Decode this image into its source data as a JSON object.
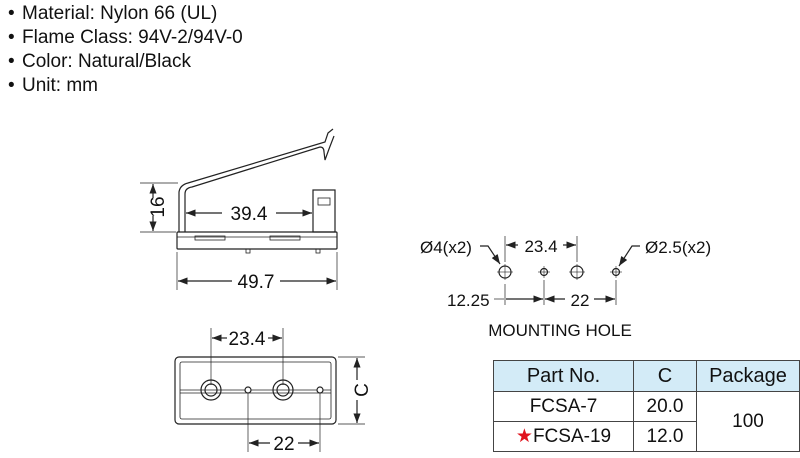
{
  "specs": [
    {
      "bullet": "•",
      "text": "Material: Nylon 66 (UL)"
    },
    {
      "bullet": "•",
      "text": "Flame Class: 94V-2/94V-0"
    },
    {
      "bullet": "•",
      "text": "Color: Natural/Black"
    },
    {
      "bullet": "•",
      "text": "Unit: mm"
    }
  ],
  "side_view": {
    "height": "16",
    "inner_length": "39.4",
    "length": "49.7"
  },
  "bottom_view": {
    "hole_pitch": "23.4",
    "small_hole_pitch": "22",
    "height_label": "C"
  },
  "mounting": {
    "big_hole": "Ø4(x2)",
    "small_hole": "Ø2.5(x2)",
    "pitch_big": "23.4",
    "offset": "12.25",
    "pitch_small": "22",
    "title": "MOUNTING HOLE"
  },
  "table": {
    "headers": [
      "Part No.",
      "C",
      "Package"
    ],
    "rows": [
      {
        "part": "FCSA-7",
        "c": "20.0",
        "star": ""
      },
      {
        "part": "FCSA-19",
        "c": "12.0",
        "star": "★"
      }
    ],
    "package": "100"
  },
  "colors": {
    "header_bg": "#d3ebf7",
    "star": "#e0141e"
  }
}
